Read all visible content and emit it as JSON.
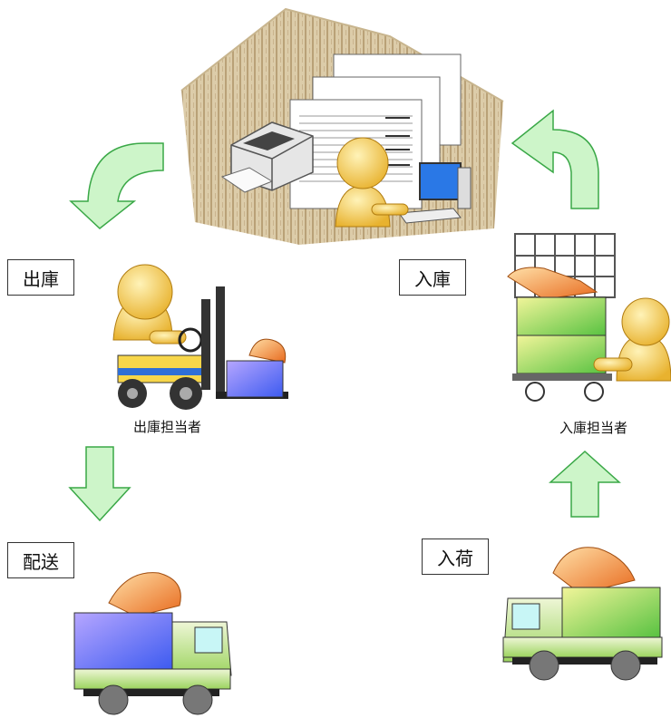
{
  "labels": {
    "shipping_out": "出庫",
    "storage_in": "入庫",
    "delivery": "配送",
    "arrival": "入荷"
  },
  "captions": {
    "shipping_staff": "出庫担当者",
    "storage_staff": "入庫担当者"
  },
  "colors": {
    "arrow_fill": "#cdf5c9",
    "arrow_stroke": "#3aa847",
    "warehouse_wall": "#d9c7a2",
    "box_green": "#9be06a",
    "box_blue": "#7b86ff",
    "person": "#f2c44a"
  }
}
